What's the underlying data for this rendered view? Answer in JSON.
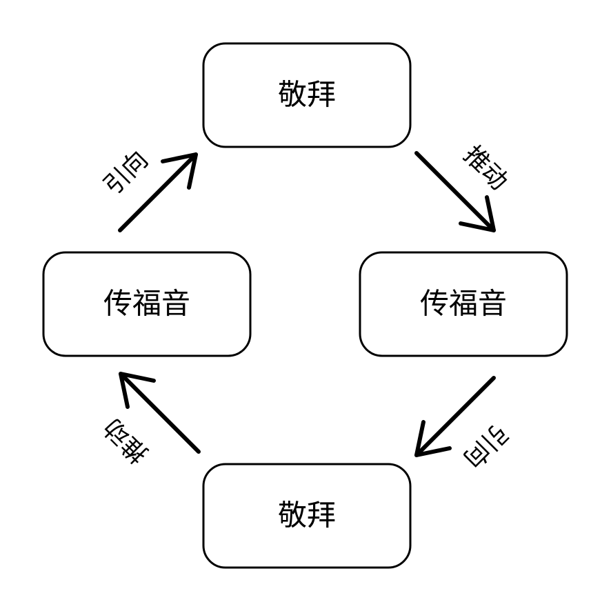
{
  "nodes": {
    "top": {
      "label": "敬拜"
    },
    "right": {
      "label": "传福音"
    },
    "bottom": {
      "label": "敬拜"
    },
    "left": {
      "label": "传福音"
    }
  },
  "edges": {
    "top_to_right": {
      "label": "推动"
    },
    "right_to_bottom": {
      "label": "引向"
    },
    "bottom_to_left": {
      "label": "推动"
    },
    "left_to_top": {
      "label": "引向"
    }
  },
  "colors": {
    "stroke": "#000000",
    "background": "#ffffff"
  }
}
